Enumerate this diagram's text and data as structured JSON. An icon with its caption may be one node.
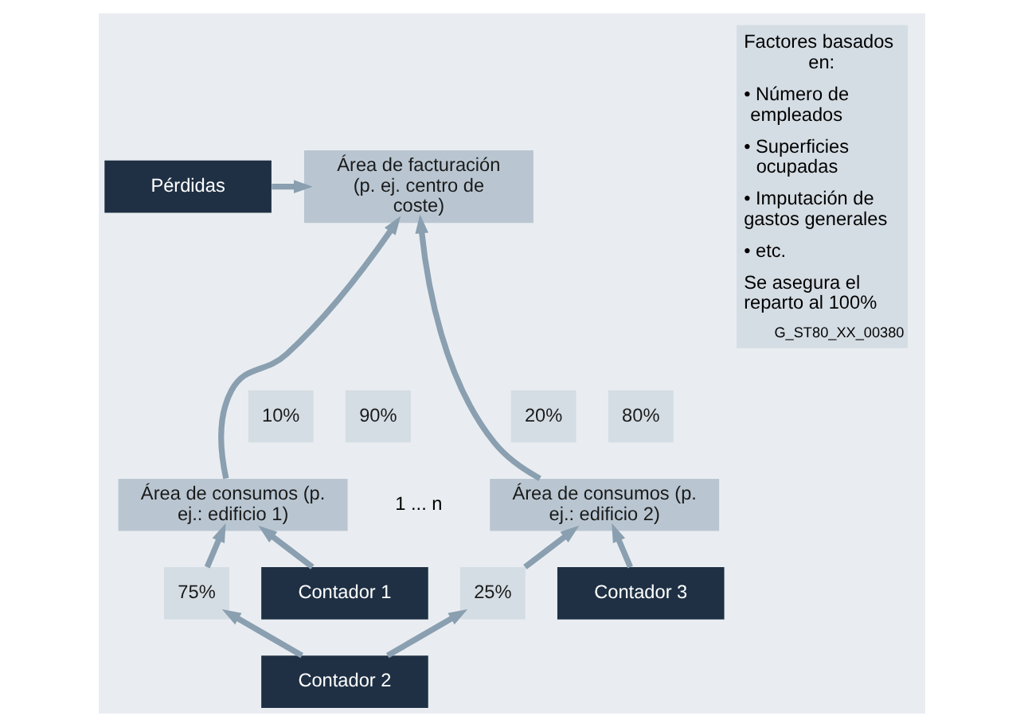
{
  "diagram": {
    "nodes": [
      {
        "text": [
          "Pérdidas"
        ]
      },
      {
        "text": [
          "Área de facturación (p. ej. centro de coste)"
        ]
      },
      {
        "text": [
          "10%"
        ]
      },
      {
        "text": [
          "90%"
        ]
      },
      {
        "text": [
          "20%"
        ]
      },
      {
        "text": [
          "80%"
        ]
      },
      {
        "text": [
          "Área de consumos (p. ej.: edificio 1)"
        ]
      },
      {
        "text": [
          "Área de consumos (p. ej.: edificio 2)"
        ]
      },
      {
        "text": [
          "75%"
        ]
      },
      {
        "text": [
          "25%"
        ]
      },
      {
        "text": [
          "Contador 1"
        ]
      },
      {
        "text": [
          "Contador 3"
        ]
      },
      {
        "text": [
          "Contador 2"
        ]
      }
    ],
    "edges": [
      {
        "from": 0,
        "to": 1,
        "arrow": "to"
      },
      {
        "from": 6,
        "to": 1,
        "arrow": "to"
      },
      {
        "from": 7,
        "to": 1,
        "arrow": "to"
      },
      {
        "from": 10,
        "to": 6,
        "arrow": "to"
      },
      {
        "from": 12,
        "to": 8,
        "arrow": "to"
      },
      {
        "from": 12,
        "to": 9,
        "arrow": "to"
      },
      {
        "from": 8,
        "to": 6,
        "arrow": "to"
      },
      {
        "from": 9,
        "to": 7,
        "arrow": "to"
      },
      {
        "from": 11,
        "to": 7,
        "arrow": "to"
      }
    ],
    "labels": [
      "1 ... n",
      "Factores basados en:",
      "• Número de empleados",
      "• Superficies ocupadas",
      "• Imputación de gastos generales",
      "• etc.",
      "Se asegura el reparto al 100%",
      "G_ST80_XX_00380"
    ]
  }
}
